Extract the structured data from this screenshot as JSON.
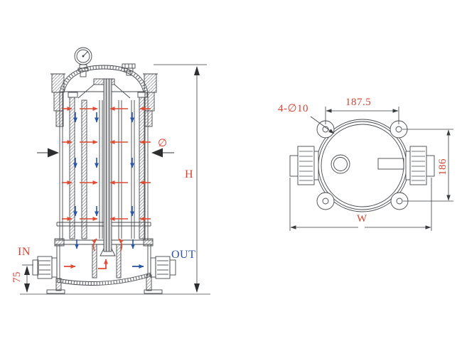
{
  "colors": {
    "dimension_text": "#d8402f",
    "flow_in_arrows": "#e04b33",
    "flow_out_arrows": "#2b55a5",
    "drawing_lines": "#45484c"
  },
  "side_view": {
    "inlet_label": "IN",
    "outlet_label": "OUT",
    "height_dimension": "H",
    "inlet_height_dimension": "75",
    "port_diameter_symbol": "∅"
  },
  "top_view": {
    "bolt_holes_note": "4-∅10",
    "bolt_spacing_horizontal": "187.5",
    "bolt_spacing_vertical": "186",
    "overall_width_dimension": "W"
  }
}
